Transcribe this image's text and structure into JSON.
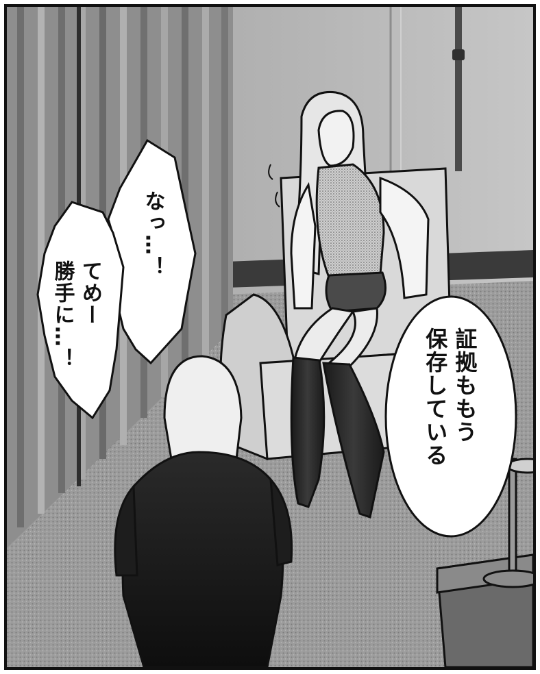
{
  "speech_bubbles": {
    "nattsu": {
      "lines": [
        "なっ…！"
      ]
    },
    "temee": {
      "lines": [
        "てめー",
        "勝手に…！"
      ]
    },
    "shouko": {
      "lines": [
        "証拠ももう",
        "保存している"
      ]
    }
  },
  "colors": {
    "ink": "#111111",
    "paper": "#ffffff",
    "wall": "#b9b9b9",
    "curtain": "#8a8a8a",
    "carpet": "#9a9a9a"
  }
}
